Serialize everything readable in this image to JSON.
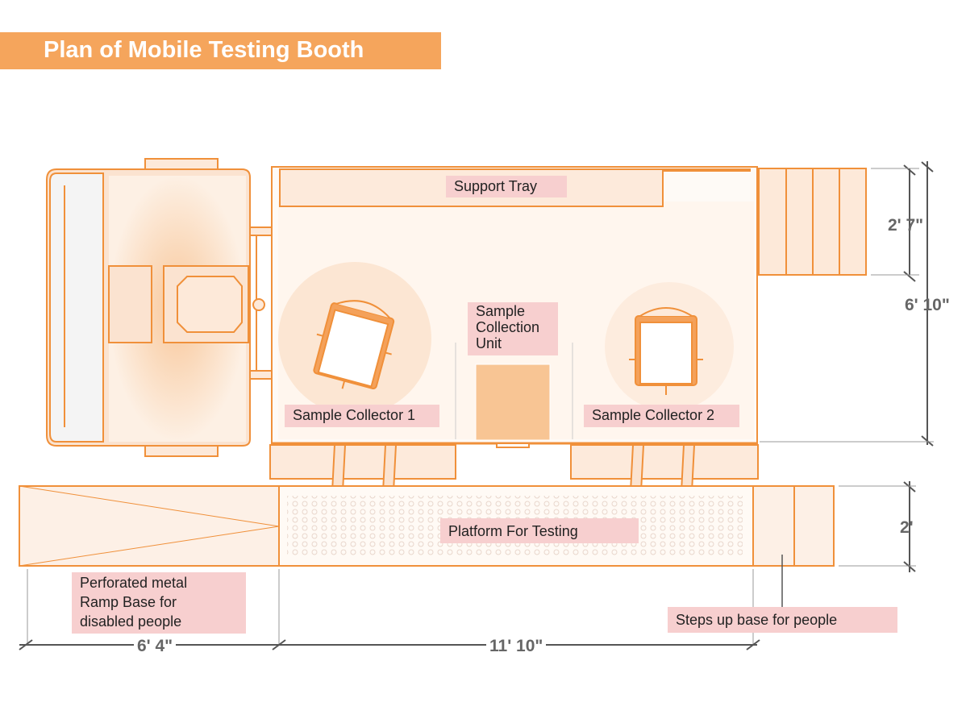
{
  "title": "Plan of Mobile Testing Booth",
  "labels": {
    "support_tray": "Support Tray",
    "sample_collection_unit_line1": "Sample",
    "sample_collection_unit_line2": "Collection",
    "sample_collection_unit_line3": "Unit",
    "sample_collector_1": "Sample Collector 1",
    "sample_collector_2": "Sample Collector 2",
    "platform_for_testing": "Platform For Testing",
    "ramp_line1": "Perforated metal",
    "ramp_line2": "Ramp Base for",
    "ramp_line3": "disabled people",
    "steps_up_base": "Steps up base for people"
  },
  "dimensions": {
    "steps_width": "2' 7\"",
    "booth_width": "6' 10\"",
    "platform_width": "2'",
    "ramp_length": "6' 4\"",
    "booth_length": "11' 10\""
  },
  "colors": {
    "accent": "#f5a55c",
    "outline": "#f0903a",
    "fill_light": "#fde9d9",
    "label_bg": "#f7cfcf",
    "dimension_line": "#555555"
  }
}
